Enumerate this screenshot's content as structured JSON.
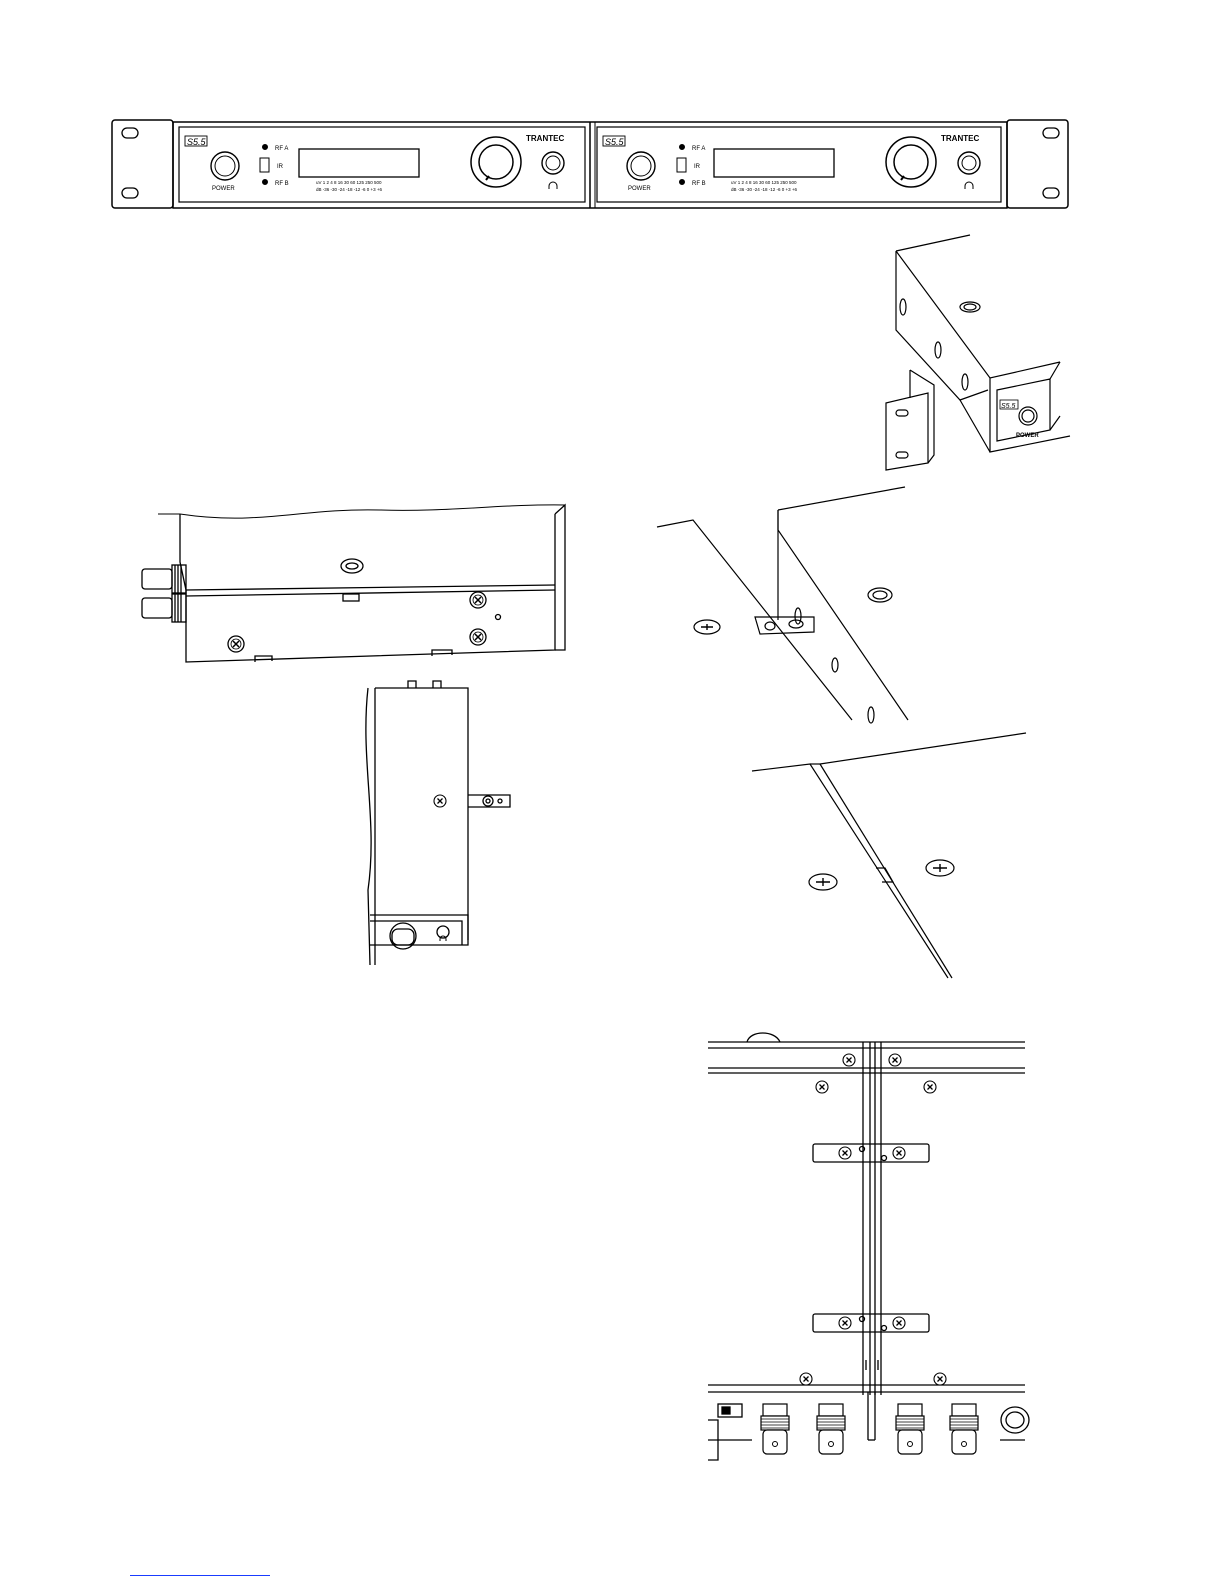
{
  "rack_front": {
    "units": [
      {
        "logo": "S5.5",
        "brand": "TRANTEC",
        "power_label": "POWER",
        "rf_a_label": "RF A",
        "ir_label": "IR",
        "rf_b_label": "RF B",
        "meter_top": "uV   1   2   4   8   16   30   60  125 250 500",
        "meter_bottom": "dB      -36  -30  -24  -18  -12   -6    0   +3   +6"
      },
      {
        "logo": "S5.5",
        "brand": "TRANTEC",
        "power_label": "POWER",
        "rf_a_label": "RF A",
        "ir_label": "IR",
        "rf_b_label": "RF B",
        "meter_top": "uV   1   2   4   8   16   30   60  125 250 500",
        "meter_bottom": "dB      -36  -30  -24  -18  -12   -6    0   +3   +6"
      }
    ]
  },
  "perspective_view": {
    "logo": "S5.5",
    "power_label": "POWER"
  }
}
